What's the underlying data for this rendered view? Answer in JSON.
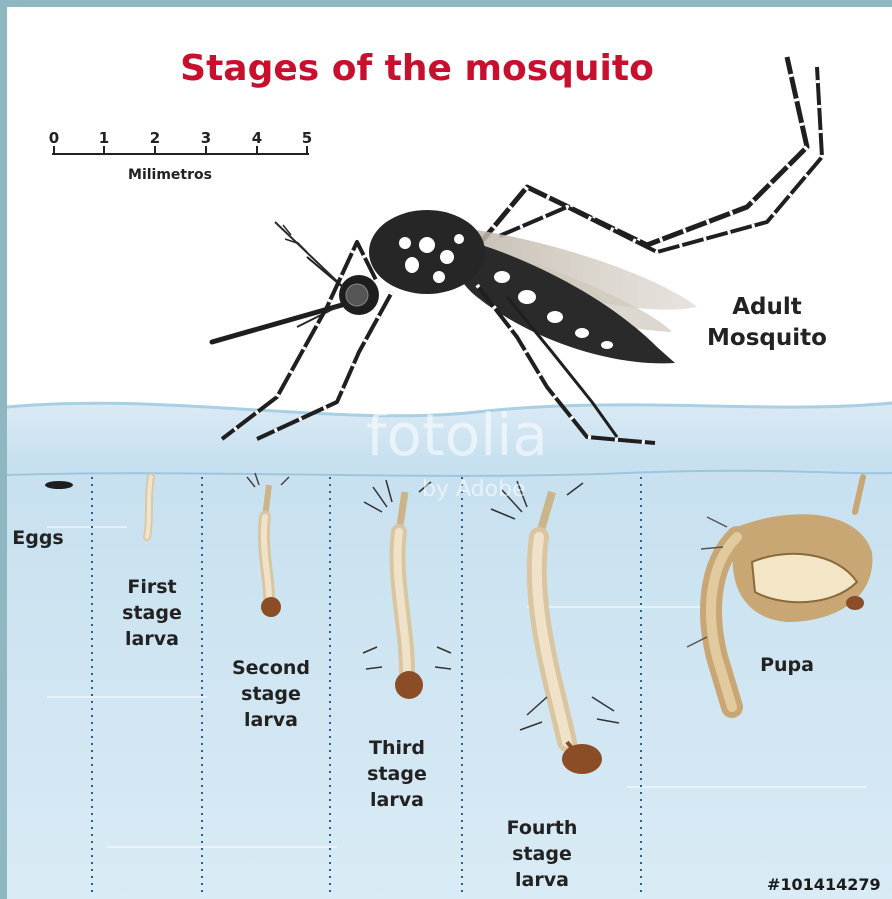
{
  "title": "Stages of the mosquito",
  "scale": {
    "ticks": [
      "0",
      "1",
      "2",
      "3",
      "4",
      "5"
    ],
    "label": "Milimetros"
  },
  "adult_label": "Adult\nMosquito",
  "stages": {
    "eggs": "Eggs",
    "first": "First\nstage\nlarva",
    "second": "Second\nstage\nlarva",
    "third": "Third\nstage\nlarva",
    "fourth": "Fourth\nstage\nlarva",
    "pupa": "Pupa"
  },
  "watermark": {
    "main": "fotolia",
    "sub": "by Adobe"
  },
  "image_code": "#101414279",
  "colors": {
    "title": "#c8102e",
    "water": "#bfdcec",
    "water_deep": "#d6e9f4",
    "divider": "#2d5f8a",
    "larva_body": "#e9dcc0",
    "larva_head": "#7a4a2a",
    "mosquito": "#2a2a2a",
    "pupa": "#d2b48c"
  }
}
